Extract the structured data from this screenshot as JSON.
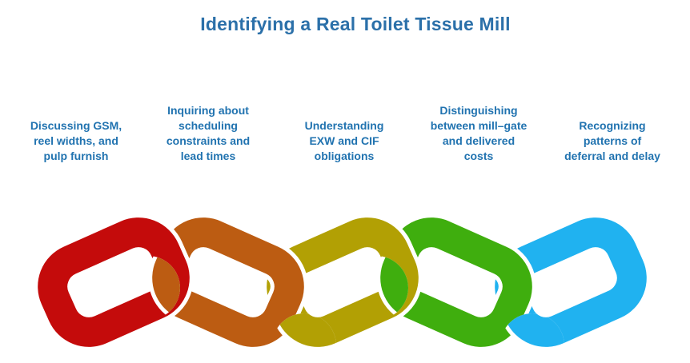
{
  "title": {
    "text": "Identifying a Real Toilet Tissue Mill"
  },
  "colors": {
    "title_text": "#2b70a9",
    "body_text": "#2173b0",
    "link_outline": "#ffffff",
    "background": "#ffffff"
  },
  "steps": [
    {
      "label": "Discussing GSM,\nreel widths, and\npulp furnish",
      "link_name": "red",
      "link_color": "#c40b0b"
    },
    {
      "label": "Inquiring about\nscheduling\nconstraints and\nlead times",
      "link_name": "orange",
      "link_color": "#bc5c12"
    },
    {
      "label": "Understanding\nEXW and CIF\nobligations",
      "link_name": "olive",
      "link_color": "#b2a004"
    },
    {
      "label": "Distinguishing\nbetween mill–gate\nand delivered\ncosts",
      "link_name": "green",
      "link_color": "#3fae0e"
    },
    {
      "label": "Recognizing\npatterns of\ndeferral and delay",
      "link_name": "blue",
      "link_color": "#20b2f0"
    }
  ]
}
